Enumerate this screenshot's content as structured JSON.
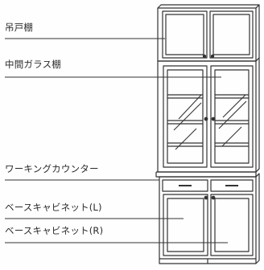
{
  "labels": {
    "hanging_cabinet": "吊戸棚",
    "middle_glass_cabinet": "中間ガラス棚",
    "working_counter": "ワーキングカウンター",
    "base_cabinet_left": "ベースキャビネット(L)",
    "base_cabinet_right": "ベースキャビネット(R)"
  }
}
